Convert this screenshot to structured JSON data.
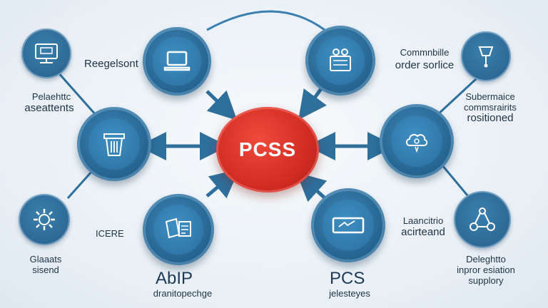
{
  "center": {
    "label": "PCSS"
  },
  "labels": {
    "l_reg": "Reegelsont",
    "l_pel1": "Pelaehttc",
    "l_pel2": "aseattents",
    "l_gla1": "Glaaats",
    "l_gla2": "sisend",
    "l_icere": "ICERE",
    "l_abip": "AbIP",
    "l_dran": "dranitopechge",
    "l_comm1": "Commnbille",
    "l_comm2": "order sorlice",
    "l_sub1": "Subermaice",
    "l_sub2": "commsrairits",
    "l_sub3": "rositioned",
    "l_pcs": "PCS",
    "l_jele": "jelesteyes",
    "l_lan1": "Laancitrio",
    "l_lan2": "acirteand",
    "l_del1": "Deleghtto",
    "l_del2": "inpror esiation",
    "l_del3": "supplory"
  },
  "icons": [
    "monitor-icon",
    "laptop-icon",
    "trash-bin-icon",
    "gear-icon",
    "document-icon",
    "cash-register-icon",
    "valve-icon",
    "cloud-head-icon",
    "display-panel-icon",
    "network-nodes-icon"
  ],
  "colors": {
    "node": "#2a6f9f",
    "center": "#d93027",
    "line": "#2e6f9c",
    "text": "#1f3346"
  }
}
